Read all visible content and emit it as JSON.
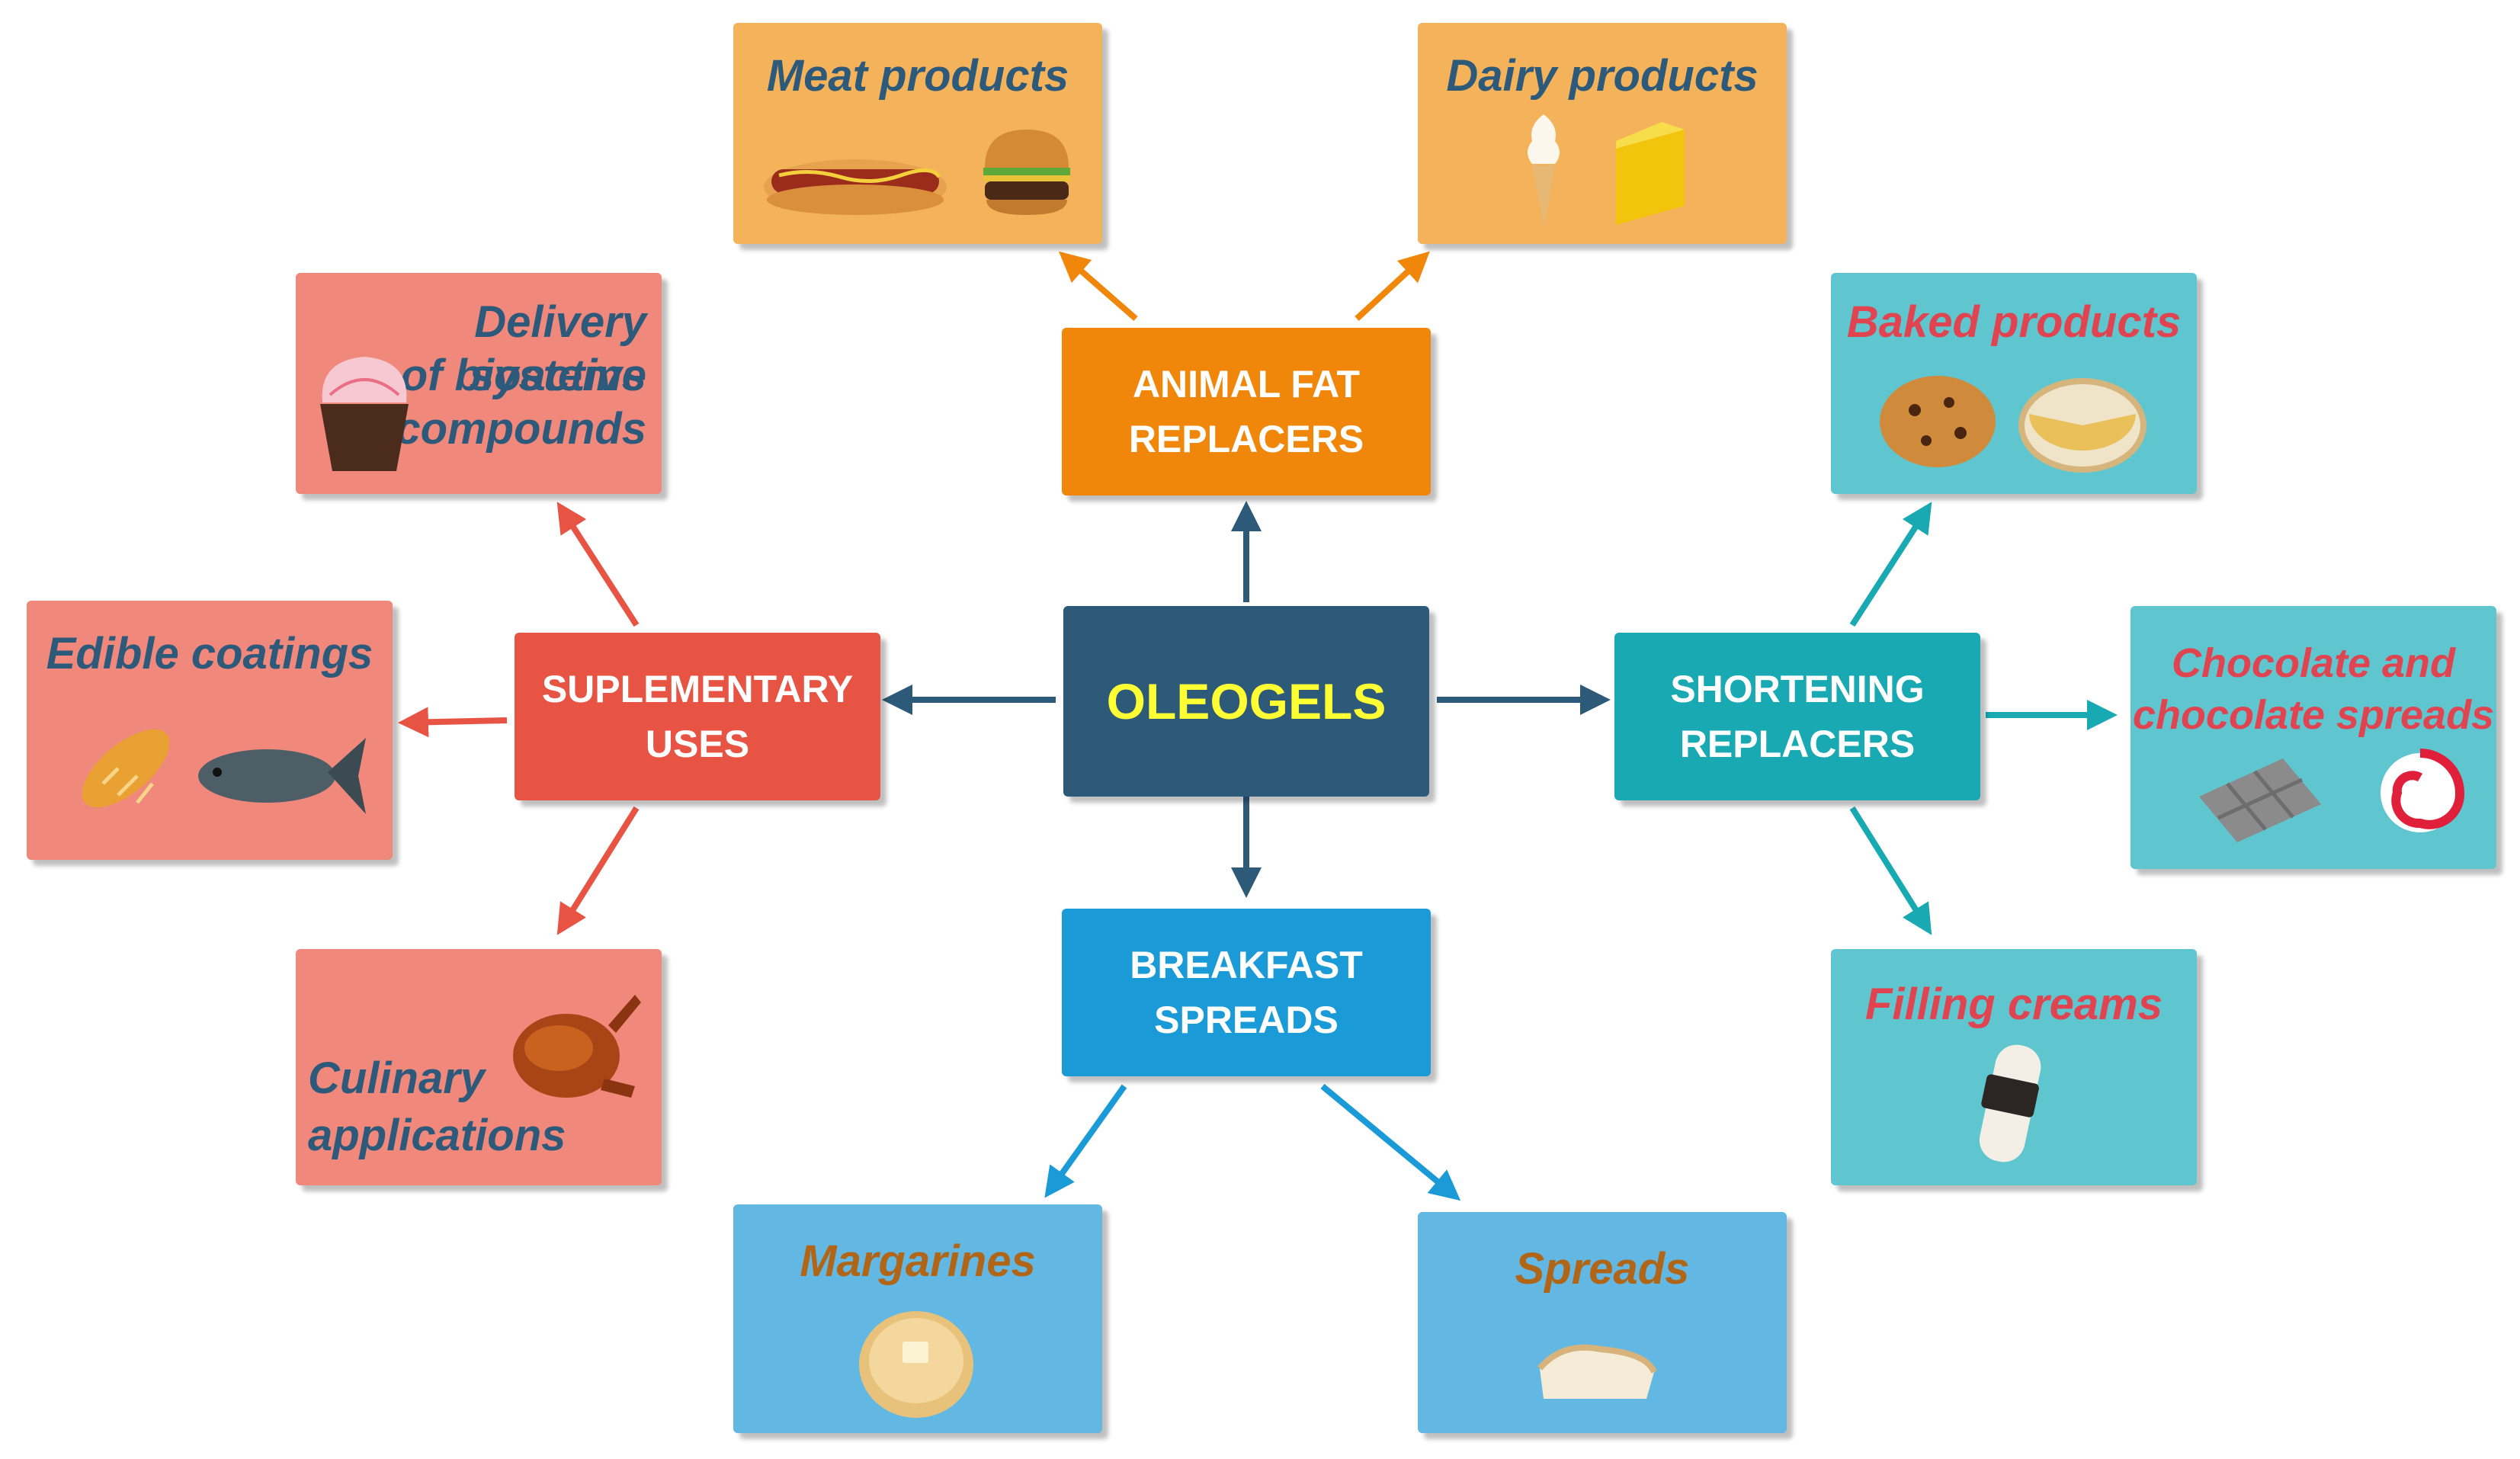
{
  "center": {
    "label": "OLEOGELS",
    "color": "#2e5a7a",
    "text_color": "#ffff33"
  },
  "hubs": {
    "animal_fat": {
      "lines": [
        "ANIMAL FAT",
        "REPLACERS"
      ],
      "color": "#f0870a"
    },
    "supplementary": {
      "lines": [
        "SUPLEMENTARY",
        "USES"
      ],
      "color": "#e85444"
    },
    "shortening": {
      "lines": [
        "SHORTENING",
        "REPLACERS"
      ],
      "color": "#19a9b3"
    },
    "breakfast": {
      "lines": [
        "BREAKFAST",
        "SPREADS"
      ],
      "color": "#1a9ad6"
    }
  },
  "leaves": {
    "meat_products": {
      "title": "Meat products",
      "icons": [
        "hot-dog-icon",
        "burger-icon"
      ]
    },
    "dairy_products": {
      "title": "Dairy products",
      "icons": [
        "ice-cream-cone-icon",
        "cheese-wedge-icon"
      ]
    },
    "delivery_systems": {
      "lines": [
        "Delivery systems",
        "of bioactive",
        "compounds"
      ],
      "icons": [
        "cupcake-icon"
      ]
    },
    "edible_coatings": {
      "title": "Edible coatings",
      "icons": [
        "bread-icon",
        "fish-icon"
      ]
    },
    "culinary_applications": {
      "lines": [
        "Culinary",
        "applications"
      ],
      "icons": [
        "roast-chicken-icon"
      ]
    },
    "baked_products": {
      "title": "Baked products",
      "icons": [
        "cookie-icon",
        "pie-icon"
      ]
    },
    "chocolate": {
      "lines": [
        "Chocolate and",
        "chocolate spreads"
      ],
      "icons": [
        "chocolate-bar-icon",
        "swirl-candy-icon"
      ]
    },
    "filling_creams": {
      "title": "Filling creams",
      "icons": [
        "cream-roll-icon"
      ]
    },
    "margarines": {
      "title": "Margarines",
      "icons": [
        "pancake-with-butter-icon"
      ]
    },
    "spreads": {
      "title": "Spreads",
      "icons": [
        "bread-slice-icon"
      ]
    }
  },
  "colors": {
    "orange_leaf": "#f4b35a",
    "orange_title": "#2d5a7a",
    "salmon_leaf": "#f0887c",
    "salmon_title": "#2d5a7a",
    "teal_leaf": "#5fc6cf",
    "teal_title": "#e04450",
    "blue_leaf": "#62b8e3",
    "blue_title": "#b16516",
    "arrow_center": "#2e5a7a",
    "arrow_orange": "#f0870a",
    "arrow_red": "#e85444",
    "arrow_teal": "#19a9b3",
    "arrow_blue": "#1a9ad6"
  }
}
